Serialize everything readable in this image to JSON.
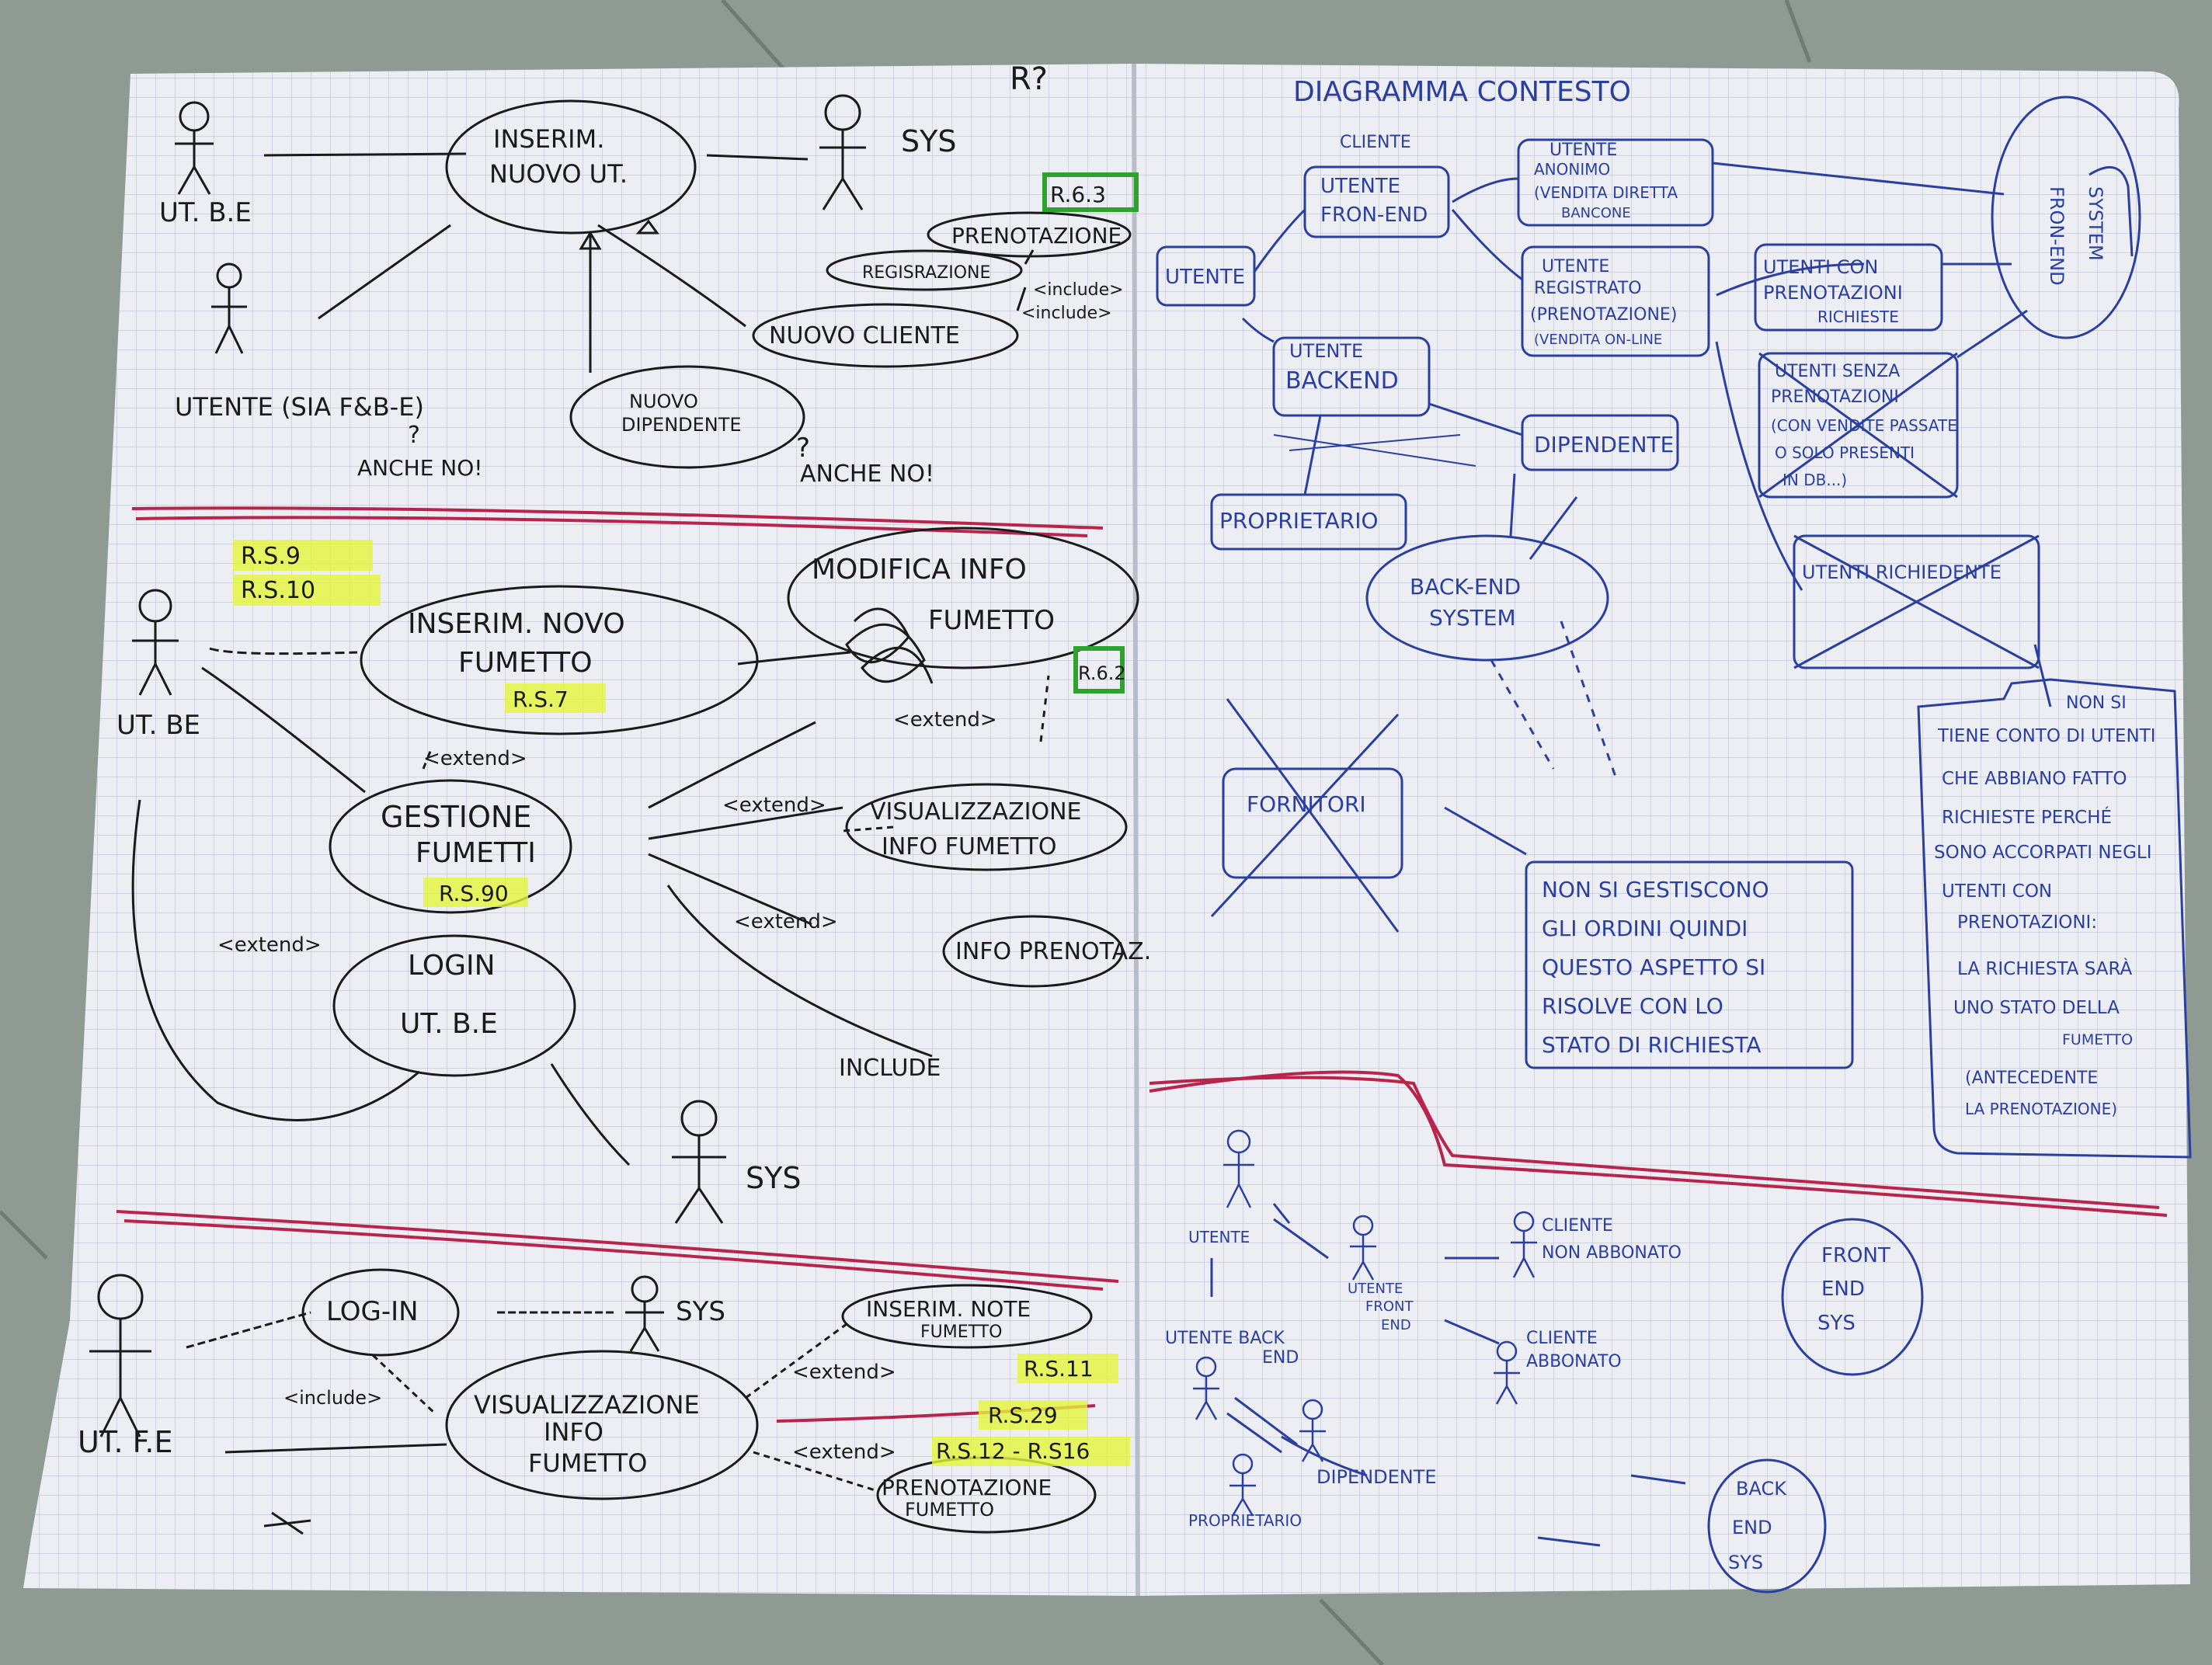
{
  "colors": {
    "floor": "#8f9a93",
    "paper": "#eceef4",
    "grid": "#c4c9da",
    "black_ink": "#1a1a1a",
    "blue_ink": "#2a3f9e",
    "red_ink": "#b8244a",
    "highlight": "#e4f53a",
    "green_marker": "#2fa12f"
  },
  "left_page": {
    "top_marker": "R?",
    "tag_r63": "R.6.3",
    "tag_r62": "R.6.2",
    "section1": {
      "actor_be": "UT. B.E",
      "actor_sys": "SYS",
      "actor_user": "UTENTE (SIA F&B-E)",
      "note_q1": "?",
      "note_anche1": "ANCHE NO!",
      "note_anche2": "ANCHE NO!",
      "note_q2": "?",
      "uc_inserim": [
        "INSERIM.",
        "NUOVO UT."
      ],
      "uc_prenotazione": "PRENOTAZIONE",
      "uc_registrazione": "REGISRAZIONE",
      "uc_nuovo_cliente": "NUOVO CLIENTE",
      "uc_nuovo_dip": [
        "NUOVO",
        "DIPENDENTE"
      ],
      "include1": "<include>",
      "include2": "<include>"
    },
    "section2": {
      "actor_be": "UT. BE",
      "hl_rs9": "R.S.9",
      "hl_rs10": "R.S.10",
      "hl_rs7": "R.S.7",
      "hl_rs90": "R.S.90",
      "uc_inserim_fumetto": [
        "INSERIM. NOVO",
        "FUMETTO"
      ],
      "uc_modifica": [
        "MODIFICA INFO",
        "FUMETTO"
      ],
      "uc_gestione": [
        "GESTIONE",
        "FUMETTI"
      ],
      "uc_visualizz": [
        "VISUALIZZAZIONE",
        "INFO FUMETTO"
      ],
      "uc_info_pren": "INFO PRENOTAZ.",
      "uc_login": [
        "LOGIN",
        "UT. B.E"
      ],
      "extend_labels": [
        "<extend>",
        "<extend>",
        "<extend>",
        "<extend>",
        "<extend>"
      ],
      "scribble_word": "INCLUDE",
      "actor_sys": "SYS"
    },
    "section3": {
      "actor_fe": "UT. F.E",
      "actor_sys": "SYS",
      "uc_login": "LOG-IN",
      "uc_visualizz": [
        "VISUALIZZAZIONE",
        "INFO",
        "FUMETTO"
      ],
      "uc_note": [
        "INSERIM. NOTE",
        "FUMETTO"
      ],
      "uc_pren_fumetto": [
        "PRENOTAZIONE",
        "FUMETTO"
      ],
      "include": "<include>",
      "extend1": "<extend>",
      "extend2": "<extend>",
      "hl_rs11": "R.S.11",
      "hl_rs29": "R.S.29",
      "hl_rs12": "R.S.12 - R.S16"
    }
  },
  "right_page": {
    "title": "DIAGRAMMA CONTESTO",
    "cliente_label": "CLIENTE",
    "utente": "UTENTE",
    "utente_front": [
      "UTENTE",
      "FRON-END"
    ],
    "utente_anonimo": [
      "UTENTE",
      "ANONIMO",
      "(VENDITA DIRETTA",
      "BANCONE"
    ],
    "utente_registrato": [
      "UTENTE",
      "REGISTRATO",
      "(PRENOTAZIONE)",
      "(VENDITA ON-LINE"
    ],
    "utente_backend": [
      "UTENTE",
      "BACKEND"
    ],
    "dipendente": "DIPENDENTE",
    "proprietario": "PROPRIETARIO",
    "backend_system": [
      "BACK-END",
      "SYSTEM"
    ],
    "front_end_system": [
      "FRON-END",
      "SYSTEM"
    ],
    "crossed_prenotazioni": [
      "UTENTI CON",
      "PRENOTAZIONI",
      "RICHIESTE"
    ],
    "crossed_senza": [
      "UTENTI SENZA",
      "PRENOTAZIONI",
      "(CON VENDITE PASSATE",
      "O SOLO PRESENTI",
      "IN DB...)"
    ],
    "crossed_richiedente": "UTENTI RICHIEDENTE",
    "fornitori": "FORNITORI",
    "note_ordini": [
      "NON SI GESTISCONO",
      "GLI ORDINI QUINDI",
      "QUESTO ASPETTO SI",
      "RISOLVE CON LO",
      "STATO DI RICHIESTA"
    ],
    "non_si": "NON SI",
    "note_right": [
      "TIENE CONTO DI UTENTI",
      "CHE ABBIANO FATTO",
      "RICHIESTE PERCHÉ",
      "SONO ACCORPATI NEGLI",
      "UTENTI CON",
      "PRENOTAZIONI:",
      "LA RICHIESTA SARÀ",
      "UNO STATO DELLA",
      "FUMETTO",
      "(ANTECEDENTE",
      "LA PRENOTAZIONE)"
    ],
    "bottom": {
      "utente": "UTENTE",
      "utente_front": [
        "UTENTE",
        "FRONT",
        "END"
      ],
      "cliente_non": [
        "CLIENTE",
        "NON ABBONATO"
      ],
      "cliente_abb": [
        "CLIENTE",
        "ABBONATO"
      ],
      "front_sys": [
        "FRONT",
        "END",
        "SYS"
      ],
      "utente_back": [
        "UTENTE BACK",
        "END"
      ],
      "dipendente": "DIPENDENTE",
      "proprietario": "PROPRIETARIO",
      "back_sys": [
        "BACK",
        "END",
        "SYS"
      ]
    }
  }
}
